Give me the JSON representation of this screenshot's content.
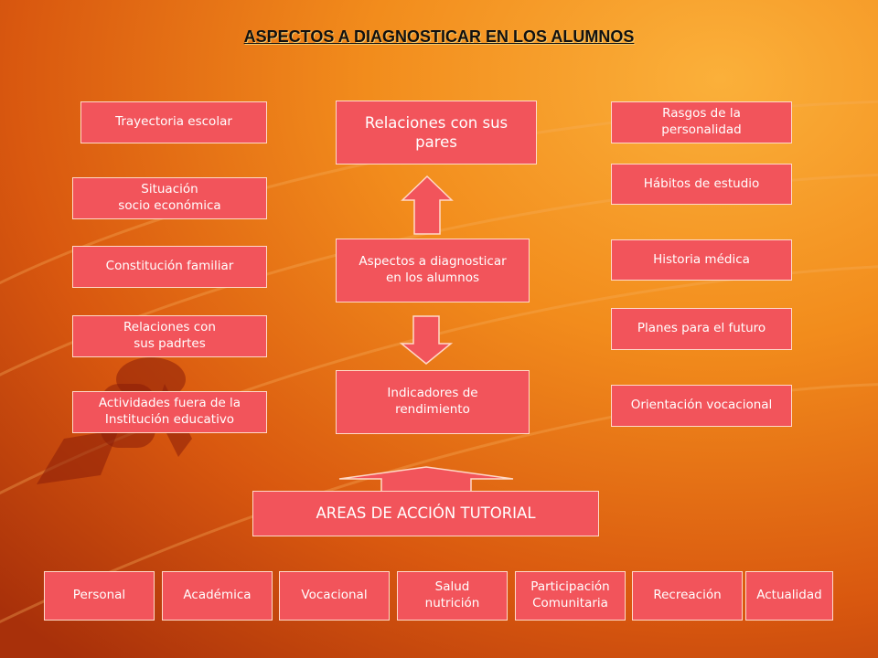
{
  "title": "ASPECTOS A DIAGNOSTICAR EN LOS ALUMNOS",
  "colors": {
    "box": "#f2545b",
    "border": "#ffd9c8",
    "background": "#e86d12"
  },
  "left_boxes": [
    "Trayectoria escolar",
    "Situación\nsocio económica",
    "Constitución familiar",
    "Relaciones con\nsus padrtes",
    "Actividades fuera de la\nInstitución  educativo"
  ],
  "center": {
    "top": "Relaciones con sus\npares",
    "middle": "Aspectos a diagnosticar\nen los alumnos",
    "bottom": "Indicadores de\nrendimiento"
  },
  "right_boxes": [
    "Rasgos de la\npersonalidad",
    "Hábitos de estudio",
    "Historia médica",
    "Planes para el futuro",
    "Orientación vocacional"
  ],
  "areas_title": "AREAS DE ACCIÓN TUTORIAL",
  "areas": [
    "Personal",
    "Académica",
    "Vocacional",
    "Salud\nnutrición",
    "Participación\nComunitaria",
    "Recreación",
    "Actualidad"
  ]
}
